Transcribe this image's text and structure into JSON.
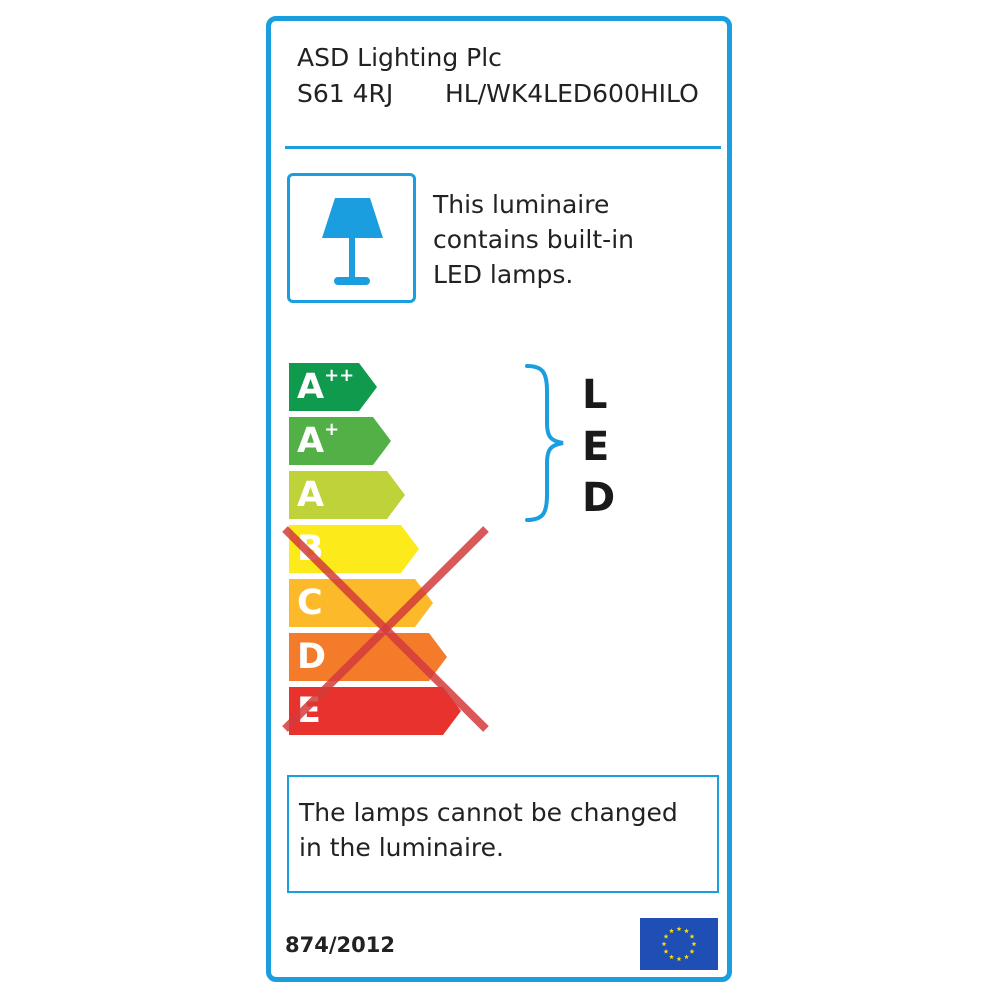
{
  "header": {
    "supplier": "ASD Lighting Plc",
    "postcode": "S61 4RJ",
    "model": "HL/WK4LED600HILO"
  },
  "luminaire": {
    "icon": "table-lamp-icon",
    "description_lines": [
      "This luminaire",
      "contains built-in",
      "LED lamps."
    ]
  },
  "energy_scale": {
    "classes": [
      {
        "letter": "A",
        "sup": "++",
        "color": "#0f9a4d",
        "compatible": true
      },
      {
        "letter": "A",
        "sup": "+",
        "color": "#52b047",
        "compatible": true
      },
      {
        "letter": "A",
        "sup": "",
        "color": "#bfd23a",
        "compatible": true
      },
      {
        "letter": "B",
        "sup": "",
        "color": "#fcea1a",
        "compatible": false
      },
      {
        "letter": "C",
        "sup": "",
        "color": "#fcb92a",
        "compatible": false
      },
      {
        "letter": "D",
        "sup": "",
        "color": "#f47b29",
        "compatible": false
      },
      {
        "letter": "E",
        "sup": "",
        "color": "#e8322d",
        "compatible": false
      }
    ],
    "lamp_type_letters": [
      "L",
      "E",
      "D"
    ],
    "cross_color": "#d43b3b"
  },
  "footer": {
    "note_lines": [
      "The lamps cannot be changed",
      "in the luminaire."
    ],
    "regulation": "874/2012"
  },
  "colors": {
    "accent": "#1a9ee0",
    "eu_flag_blue": "#1f4fb5",
    "eu_star_yellow": "#ffdd00"
  }
}
